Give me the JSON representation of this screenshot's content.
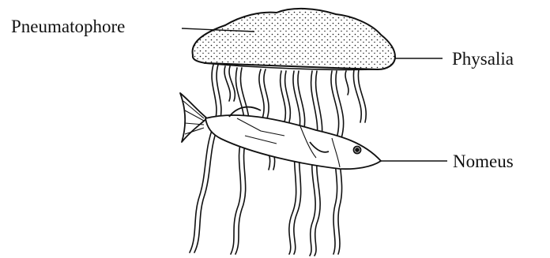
{
  "labels": {
    "pneumatophore": "Pneumatophore",
    "physalia": "Physalia",
    "nomeus": "Nomeus"
  },
  "colors": {
    "ink": "#111111",
    "background": "#ffffff"
  }
}
